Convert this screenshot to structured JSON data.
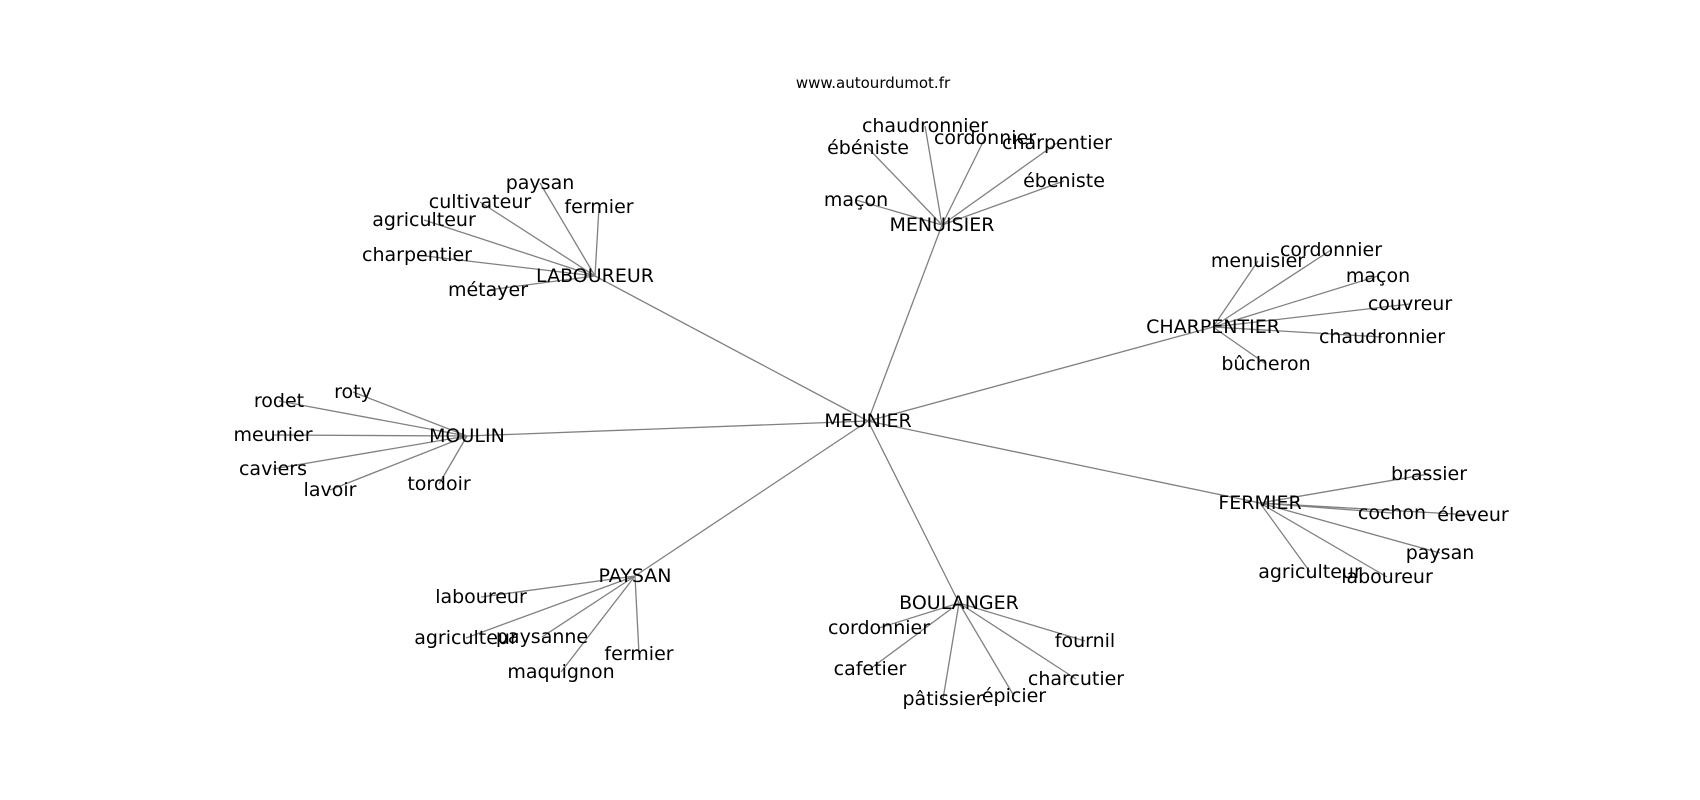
{
  "source_label": "www.autourdumot.fr",
  "graph": {
    "center": {
      "id": "meunier",
      "label": "MEUNIER"
    },
    "hubs": [
      {
        "id": "menuisier",
        "label": "MENUISIER",
        "leaves": [
          {
            "id": "menuisier-chaudronnier",
            "label": "chaudronnier"
          },
          {
            "id": "menuisier-cordonnier",
            "label": "cordonnier"
          },
          {
            "id": "menuisier-charpentier",
            "label": "charpentier"
          },
          {
            "id": "menuisier-ebeniste-1",
            "label": "ébéniste"
          },
          {
            "id": "menuisier-ebeniste-2",
            "label": "ébeniste"
          },
          {
            "id": "menuisier-macon",
            "label": "maçon"
          }
        ]
      },
      {
        "id": "laboureur",
        "label": "LABOUREUR",
        "leaves": [
          {
            "id": "laboureur-paysan",
            "label": "paysan"
          },
          {
            "id": "laboureur-cultivateur",
            "label": "cultivateur"
          },
          {
            "id": "laboureur-fermier",
            "label": "fermier"
          },
          {
            "id": "laboureur-agriculteur",
            "label": "agriculteur"
          },
          {
            "id": "laboureur-charpentier",
            "label": "charpentier"
          },
          {
            "id": "laboureur-metayer",
            "label": "métayer"
          }
        ]
      },
      {
        "id": "charpentier",
        "label": "CHARPENTIER",
        "leaves": [
          {
            "id": "charpentier-cordonnier",
            "label": "cordonnier"
          },
          {
            "id": "charpentier-menuisier",
            "label": "menuisier"
          },
          {
            "id": "charpentier-macon",
            "label": "maçon"
          },
          {
            "id": "charpentier-couvreur",
            "label": "couvreur"
          },
          {
            "id": "charpentier-chaudronnier",
            "label": "chaudronnier"
          },
          {
            "id": "charpentier-bucheron",
            "label": "bûcheron"
          }
        ]
      },
      {
        "id": "moulin",
        "label": "MOULIN",
        "leaves": [
          {
            "id": "moulin-roty",
            "label": "roty"
          },
          {
            "id": "moulin-rodet",
            "label": "rodet"
          },
          {
            "id": "moulin-meunier",
            "label": "meunier"
          },
          {
            "id": "moulin-caviers",
            "label": "caviers"
          },
          {
            "id": "moulin-lavoir",
            "label": "lavoir"
          },
          {
            "id": "moulin-tordoir",
            "label": "tordoir"
          }
        ]
      },
      {
        "id": "fermier",
        "label": "FERMIER",
        "leaves": [
          {
            "id": "fermier-brassier",
            "label": "brassier"
          },
          {
            "id": "fermier-cochon",
            "label": "cochon"
          },
          {
            "id": "fermier-eleveur",
            "label": "éleveur"
          },
          {
            "id": "fermier-paysan",
            "label": "paysan"
          },
          {
            "id": "fermier-agriculteur",
            "label": "agriculteur"
          },
          {
            "id": "fermier-laboureur",
            "label": "laboureur"
          }
        ]
      },
      {
        "id": "paysan",
        "label": "PAYSAN",
        "leaves": [
          {
            "id": "paysan-laboureur",
            "label": "laboureur"
          },
          {
            "id": "paysan-agriculteur",
            "label": "agriculteur"
          },
          {
            "id": "paysan-paysanne",
            "label": "paysanne"
          },
          {
            "id": "paysan-fermier",
            "label": "fermier"
          },
          {
            "id": "paysan-maquignon",
            "label": "maquignon"
          }
        ]
      },
      {
        "id": "boulanger",
        "label": "BOULANGER",
        "leaves": [
          {
            "id": "boulanger-cordonnier",
            "label": "cordonnier"
          },
          {
            "id": "boulanger-fournil",
            "label": "fournil"
          },
          {
            "id": "boulanger-cafetier",
            "label": "cafetier"
          },
          {
            "id": "boulanger-charcutier",
            "label": "charcutier"
          },
          {
            "id": "boulanger-patissier",
            "label": "pâtissier"
          },
          {
            "id": "boulanger-epicier",
            "label": "épicier"
          }
        ]
      }
    ]
  }
}
